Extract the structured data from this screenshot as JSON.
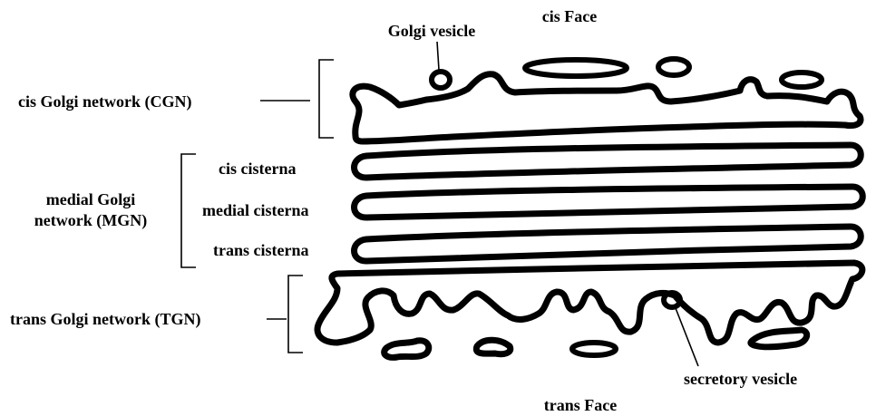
{
  "labels": {
    "cis_face": "cis Face",
    "trans_face": "trans Face",
    "golgi_vesicle": "Golgi vesicle",
    "cgn": "cis Golgi network (CGN)",
    "mgn_line1": "medial Golgi",
    "mgn_line2": "network (MGN)",
    "cis_cisterna": "cis cisterna",
    "medial_cisterna": "medial cisterna",
    "trans_cisterna": "trans cisterna",
    "tgn": "trans Golgi network (TGN)",
    "secretory_vesicle": "secretory vesicle"
  },
  "colors": {
    "ink": "#000000",
    "background": "#ffffff"
  }
}
